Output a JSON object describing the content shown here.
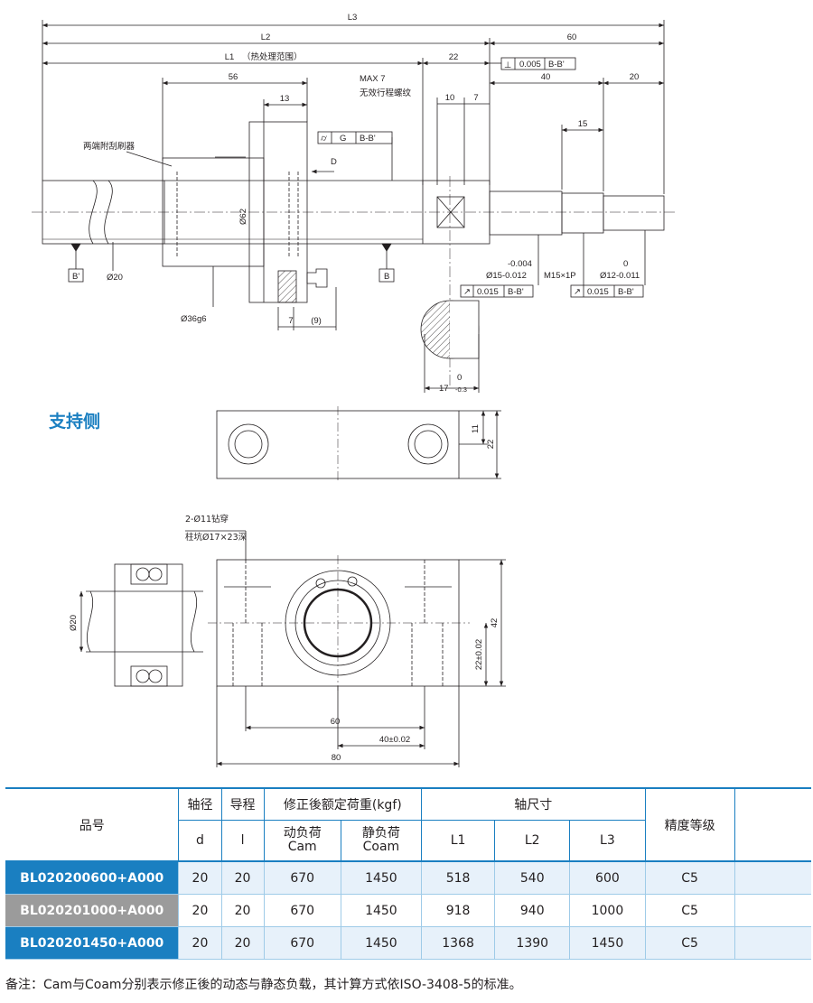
{
  "drawing": {
    "dims": {
      "L3": "L3",
      "L2": "L2",
      "L1": "L1",
      "L1_note": "（热处理范围）",
      "d60": "60",
      "d22": "22",
      "d56": "56",
      "d13": "13",
      "max7": "MAX 7",
      "max7_note": "无效行程螺纹",
      "d10": "10",
      "d7": "7",
      "d40": "40",
      "d20": "20",
      "d15": "15",
      "phi62": "Ø62",
      "phi20": "Ø20",
      "phi36": "Ø36g6",
      "d7b": "7",
      "d9": "(9)",
      "D": "D",
      "wiper": "两端附刮刷器",
      "perp_val": "0.005",
      "perp_ref": "B-B'",
      "g_val": "G",
      "g_ref": "B-B'",
      "tol15_up": "-0.004",
      "tol15": "Ø15-0.012",
      "m15": "M15×1P",
      "tol12_up": "0",
      "tol12": "Ø12-0.011",
      "run1_val": "0.015",
      "run1_ref": "B-B'",
      "run2_val": "0.015",
      "run2_ref": "B-B'",
      "datumB1": "B'",
      "datumB2": "B",
      "key_up": "0",
      "key": "17",
      "key_low": "-0.3"
    },
    "support": {
      "d11": "11",
      "d22": "22",
      "hole_note1": "2-Ø11钻穿",
      "hole_note2": "柱坑Ø17×23深",
      "phi20": "Ø20",
      "d42": "42",
      "d22t": "22±0.02",
      "d60": "60",
      "d40t": "40±0.02",
      "d80": "80"
    }
  },
  "section_title": "支持侧",
  "table": {
    "headers": {
      "model": "品号",
      "shaft_dia": "轴径",
      "lead": "导程",
      "load": "修正後额定荷重(kgf)",
      "shaft_size": "轴尺寸",
      "grade": "精度等级",
      "d": "d",
      "l": "l",
      "cam1": "动负荷",
      "cam2": "Cam",
      "coam1": "静负荷",
      "coam2": "Coam",
      "L1": "L1",
      "L2": "L2",
      "L3": "L3"
    },
    "rows": [
      {
        "model": "BL020200600+A000",
        "d": "20",
        "l": "20",
        "cam": "670",
        "coam": "1450",
        "L1": "518",
        "L2": "540",
        "L3": "600",
        "grade": "C5"
      },
      {
        "model": "BL020201000+A000",
        "d": "20",
        "l": "20",
        "cam": "670",
        "coam": "1450",
        "L1": "918",
        "L2": "940",
        "L3": "1000",
        "grade": "C5"
      },
      {
        "model": "BL020201450+A000",
        "d": "20",
        "l": "20",
        "cam": "670",
        "coam": "1450",
        "L1": "1368",
        "L2": "1390",
        "L3": "1450",
        "grade": "C5"
      }
    ]
  },
  "note": "备注：Cam与Coam分别表示修正後的动态与静态负载，其计算方式依ISO-3408-5的标准。"
}
